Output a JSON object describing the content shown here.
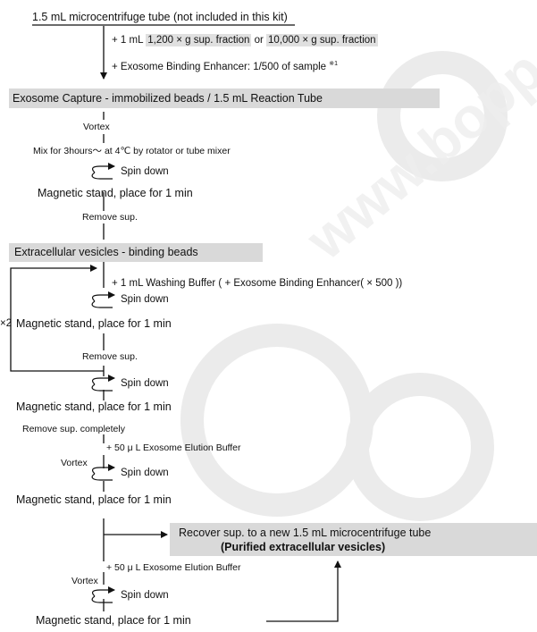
{
  "title": "1.5 mL microcentrifuge  tube  (not  included  in  this kit)",
  "sample": {
    "prefix": "+ 1 mL",
    "fraction_a": "1,200  × g sup. fraction",
    "or": "or",
    "fraction_b": "10,000 × g sup. fraction",
    "enhancer": "+ Exosome Binding Enhancer: 1/500 of sample",
    "enhancer_note": "※1"
  },
  "stage1": {
    "box": "Exosome  Capture - immobilized   beads / 1.5 mL Reaction Tube",
    "vortex": "Vortex",
    "mix": "Mix for 3hours～ at  4℃ by rotator or tube mixer",
    "spin": "Spin  down",
    "magnet": "Magnetic stand, place for 1 min",
    "remove": "Remove sup."
  },
  "stage2": {
    "box": "Extracellular vesicles  - binding beads",
    "wash": "+ 1 mL  Washing Buffer ( + Exosome  Binding Enhancer( × 500 ))",
    "spin": "Spin  down",
    "magnet": "Magnetic stand, place for 1 min",
    "repeat": "×2",
    "remove": "Remove sup."
  },
  "stage3": {
    "spin": "Spin  down",
    "magnet": "Magnetic stand, place for 1 min",
    "remove": "Remove sup. completely",
    "elution": "+ 50 μ L   Exosome  Elution  Buffer",
    "vortex": "Vortex",
    "spin2": "Spin  down",
    "magnet2": "Magnetic stand, place for 1 min"
  },
  "recover": {
    "line1": "Recover sup. to a new 1.5 mL microcentrifuge tube",
    "line2": "(Purified extracellular vesicles)"
  },
  "stage4": {
    "elution": "+ 50 μ L   Exosome  Elution  Buffer",
    "vortex": "Vortex",
    "spin": "Spin  down",
    "magnet": "Magnetic stand, place for 1 min"
  },
  "watermark": "www.bopp..."
}
